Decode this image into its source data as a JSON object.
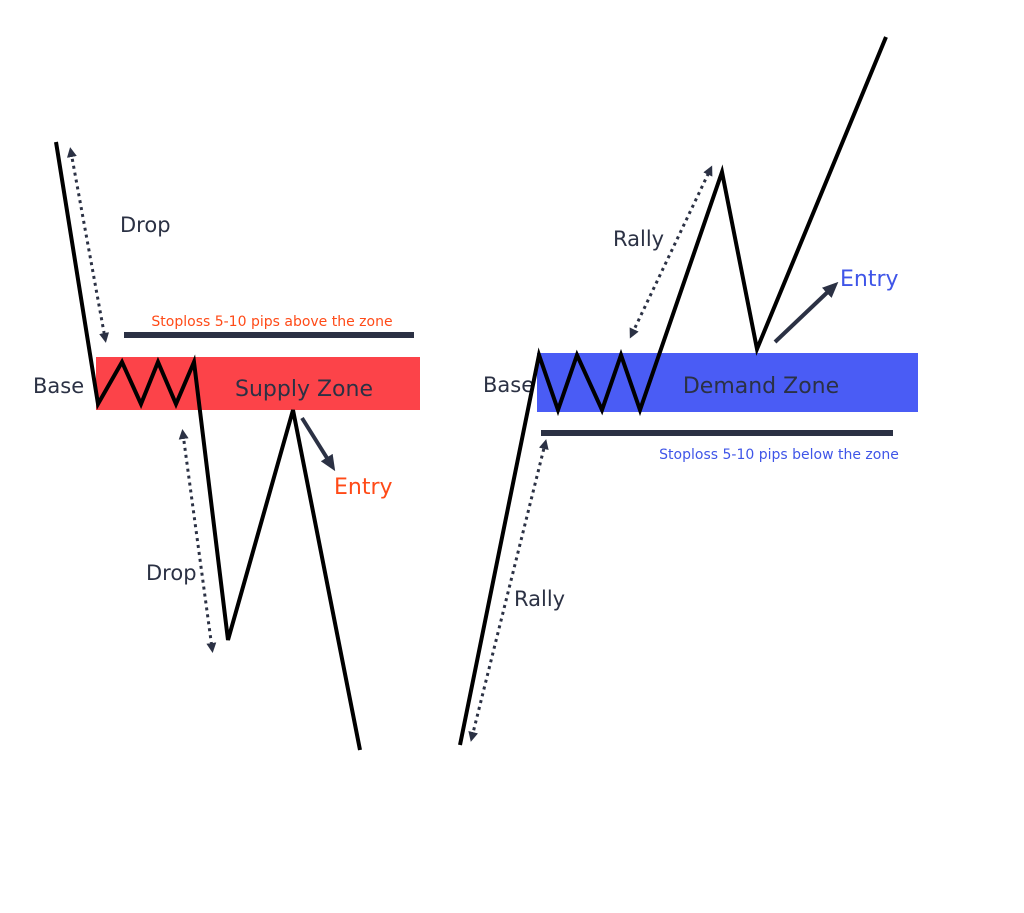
{
  "colors": {
    "supply_zone": "#fc4349",
    "demand_zone": "#4a5cf5",
    "price_line": "#000000",
    "stoploss_line": "#2b3144",
    "dark_text": "#2b3144",
    "supply_accent": "#ff4a17",
    "demand_accent": "#3f55e8",
    "arrow": "#2b3144"
  },
  "supply": {
    "zone_label": "Supply Zone",
    "base_label": "Base",
    "drop_top_label": "Drop",
    "drop_bottom_label": "Drop",
    "stoploss_label": "Stoploss 5-10 pips above the zone",
    "entry_label": "Entry"
  },
  "demand": {
    "zone_label": "Demand Zone",
    "base_label": "Base",
    "rally_top_label": "Rally",
    "rally_bottom_label": "Rally",
    "stoploss_label": "Stoploss 5-10 pips below the zone",
    "entry_label": "Entry"
  }
}
